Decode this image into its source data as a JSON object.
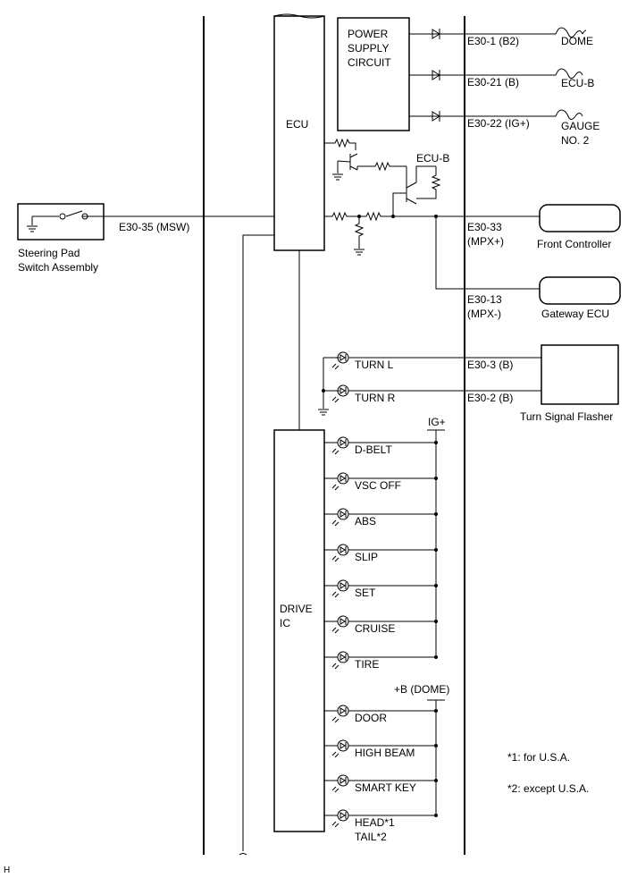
{
  "ecu": {
    "label": "ECU"
  },
  "power_supply": {
    "line1": "POWER",
    "line2": "SUPPLY",
    "line3": "CIRCUIT"
  },
  "power_inputs": [
    {
      "connector": "E30-1 (B2)",
      "fuse": "DOME",
      "fuse2": ""
    },
    {
      "connector": "E30-21 (B)",
      "fuse": "ECU-B",
      "fuse2": ""
    },
    {
      "connector": "E30-22 (IG+)",
      "fuse": "GAUGE",
      "fuse2": "NO. 2"
    }
  ],
  "ecu_b_label": "ECU-B",
  "steering": {
    "connector": "E30-35 (MSW)",
    "line1": "Steering Pad",
    "line2": "Switch Assembly"
  },
  "mpx_plus": {
    "line1": "E30-33",
    "line2": "(MPX+)",
    "device": "Front Controller"
  },
  "mpx_minus": {
    "line1": "E30-13",
    "line2": "(MPX-)",
    "device": "Gateway ECU"
  },
  "turn_lamps": [
    {
      "label": "TURN L",
      "connector": "E30-3 (B)"
    },
    {
      "label": "TURN R",
      "connector": "E30-2 (B)"
    }
  ],
  "turn_flasher": {
    "label": "Turn Signal Flasher"
  },
  "drive_ic": {
    "line1": "DRIVE",
    "line2": "IC"
  },
  "ig_label": "IG+",
  "ig_lamps": [
    "D-BELT",
    "VSC OFF",
    "ABS",
    "SLIP",
    "SET",
    "CRUISE",
    "TIRE"
  ],
  "dome_label": "+B (DOME)",
  "dome_lamps": [
    {
      "line1": "DOOR",
      "line2": ""
    },
    {
      "line1": "HIGH BEAM",
      "line2": ""
    },
    {
      "line1": "SMART KEY",
      "line2": ""
    },
    {
      "line1": "HEAD*1",
      "line2": "TAIL*2"
    }
  ],
  "notes": [
    "*1: for U.S.A.",
    "*2: except U.S.A."
  ],
  "footer_code": "H"
}
